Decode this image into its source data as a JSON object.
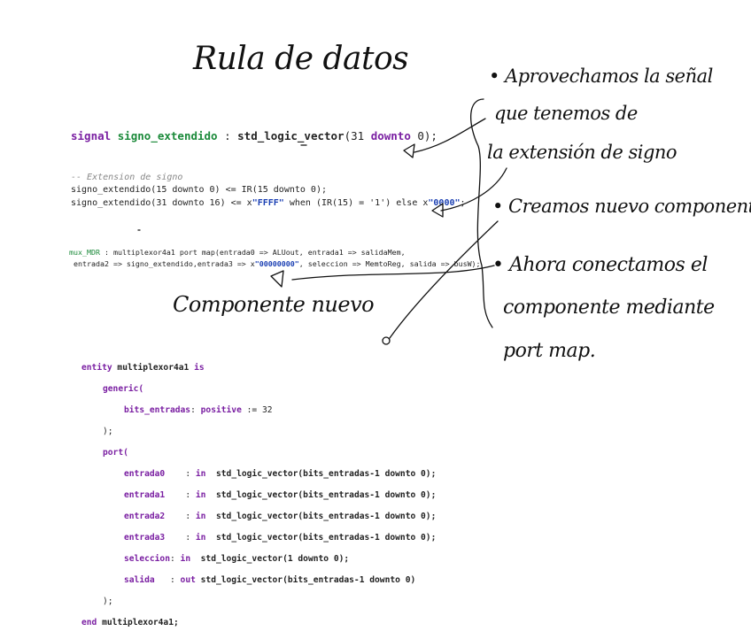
{
  "title": "Rula de datos",
  "signal_line": {
    "kw_signal": "signal",
    "name": "signo_extendido",
    "colon": " : ",
    "type": "std_logic_vector",
    "paren": "(31 ",
    "downto": "downto",
    "end": " 0);"
  },
  "extension": {
    "comment": "-- Extension de signo",
    "line1": "signo_extendido(15 downto 0) <= IR(15 downto 0);",
    "line2_a": "signo_extendido(31 downto 16) <= x",
    "line2_str1": "\"FFFF\"",
    "line2_b": " when (IR(15) = '1') else x",
    "line2_str2": "\"0000\"",
    "line2_c": ";"
  },
  "mux": {
    "line1_name": "mux_MDR",
    "line1_rest": " : multiplexor4a1 port map(entrada0 => ALUout, entrada1 => salidaMem,",
    "line2_a": " entrada2 => signo_extendido,entrada3 => x",
    "line2_str": "\"00000000\"",
    "line2_b": ", seleccion => MemtoReg, salida => busW);"
  },
  "entity": {
    "l1a": "entity",
    "l1b": " multiplexor4a1 ",
    "l1c": "is",
    "l2": "generic(",
    "l3a": "bits_entradas",
    "l3b": ": ",
    "l3c": "positive",
    "l3d": " := 32",
    "l4": ");",
    "l5": "port(",
    "ports": [
      {
        "name": "entrada0",
        "pad": "    : ",
        "dir": "in",
        "rest": "  std_logic_vector(bits_entradas-1 downto 0);"
      },
      {
        "name": "entrada1",
        "pad": "    : ",
        "dir": "in",
        "rest": "  std_logic_vector(bits_entradas-1 downto 0);"
      },
      {
        "name": "entrada2",
        "pad": "    : ",
        "dir": "in",
        "rest": "  std_logic_vector(bits_entradas-1 downto 0);"
      },
      {
        "name": "entrada3",
        "pad": "    : ",
        "dir": "in",
        "rest": "  std_logic_vector(bits_entradas-1 downto 0);"
      },
      {
        "name": "seleccion",
        "pad": ": ",
        "dir": "in",
        "rest": "  std_logic_vector(1 downto 0);"
      },
      {
        "name": "salida",
        "pad": "   : ",
        "dir": "out",
        "rest": " std_logic_vector(bits_entradas-1 downto 0)"
      }
    ],
    "l12": ");",
    "l13a": "end",
    "l13b": " multiplexor4a1;"
  },
  "notes": {
    "n1_l1": "• Aprovechamos la señal",
    "n1_l2": "que tenemos de",
    "n1_l3": "la extensión de signo",
    "n2": "• Creamos nuevo componente",
    "n3_l1": "• Ahora conectamos el",
    "n3_l2": "componente mediante",
    "n3_l3": "port map.",
    "componente": "Componente nuevo"
  }
}
